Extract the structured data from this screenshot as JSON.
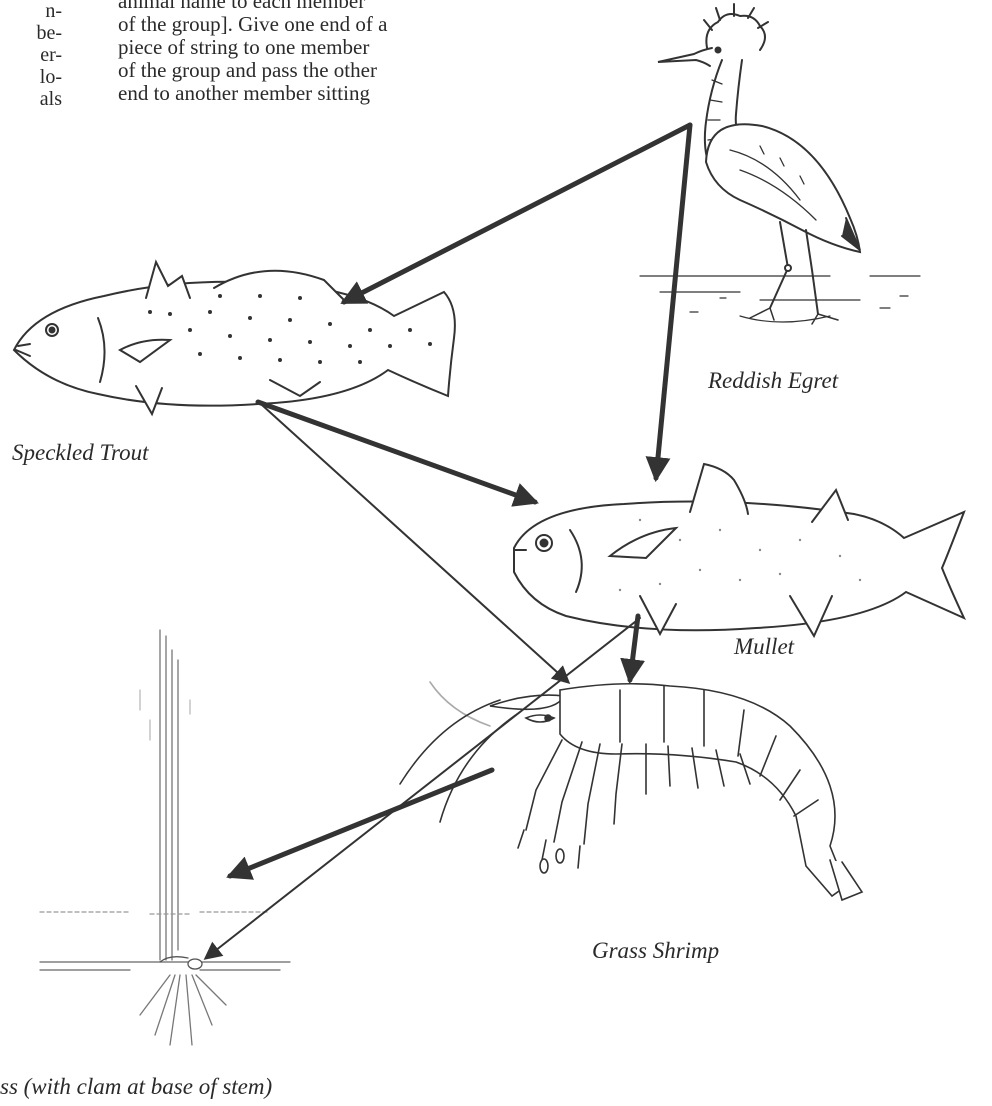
{
  "text": {
    "left_fragment_lines": [
      "n-",
      "be-",
      "er-",
      "lo-",
      "als"
    ],
    "body_lines": [
      "animal name to each member",
      "of the group]. Give one end of a",
      "piece of string to one member",
      "of the group and pass the other",
      "end to another member sitting"
    ]
  },
  "labels": {
    "egret": "Reddish Egret",
    "trout": "Speckled Trout",
    "mullet": "Mullet",
    "shrimp": "Grass Shrimp",
    "grass": "ss (with clam at base of stem)"
  },
  "colors": {
    "ink": "#2a2a2a",
    "arrow": "#333333"
  }
}
